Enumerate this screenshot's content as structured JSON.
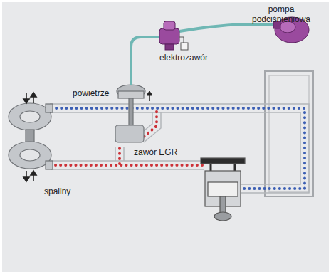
{
  "diagram": {
    "labels": [
      "pompa podciśnieniowa",
      "elektrozawór",
      "powietrze",
      "zawór EGR",
      "spaliny"
    ]
  }
}
